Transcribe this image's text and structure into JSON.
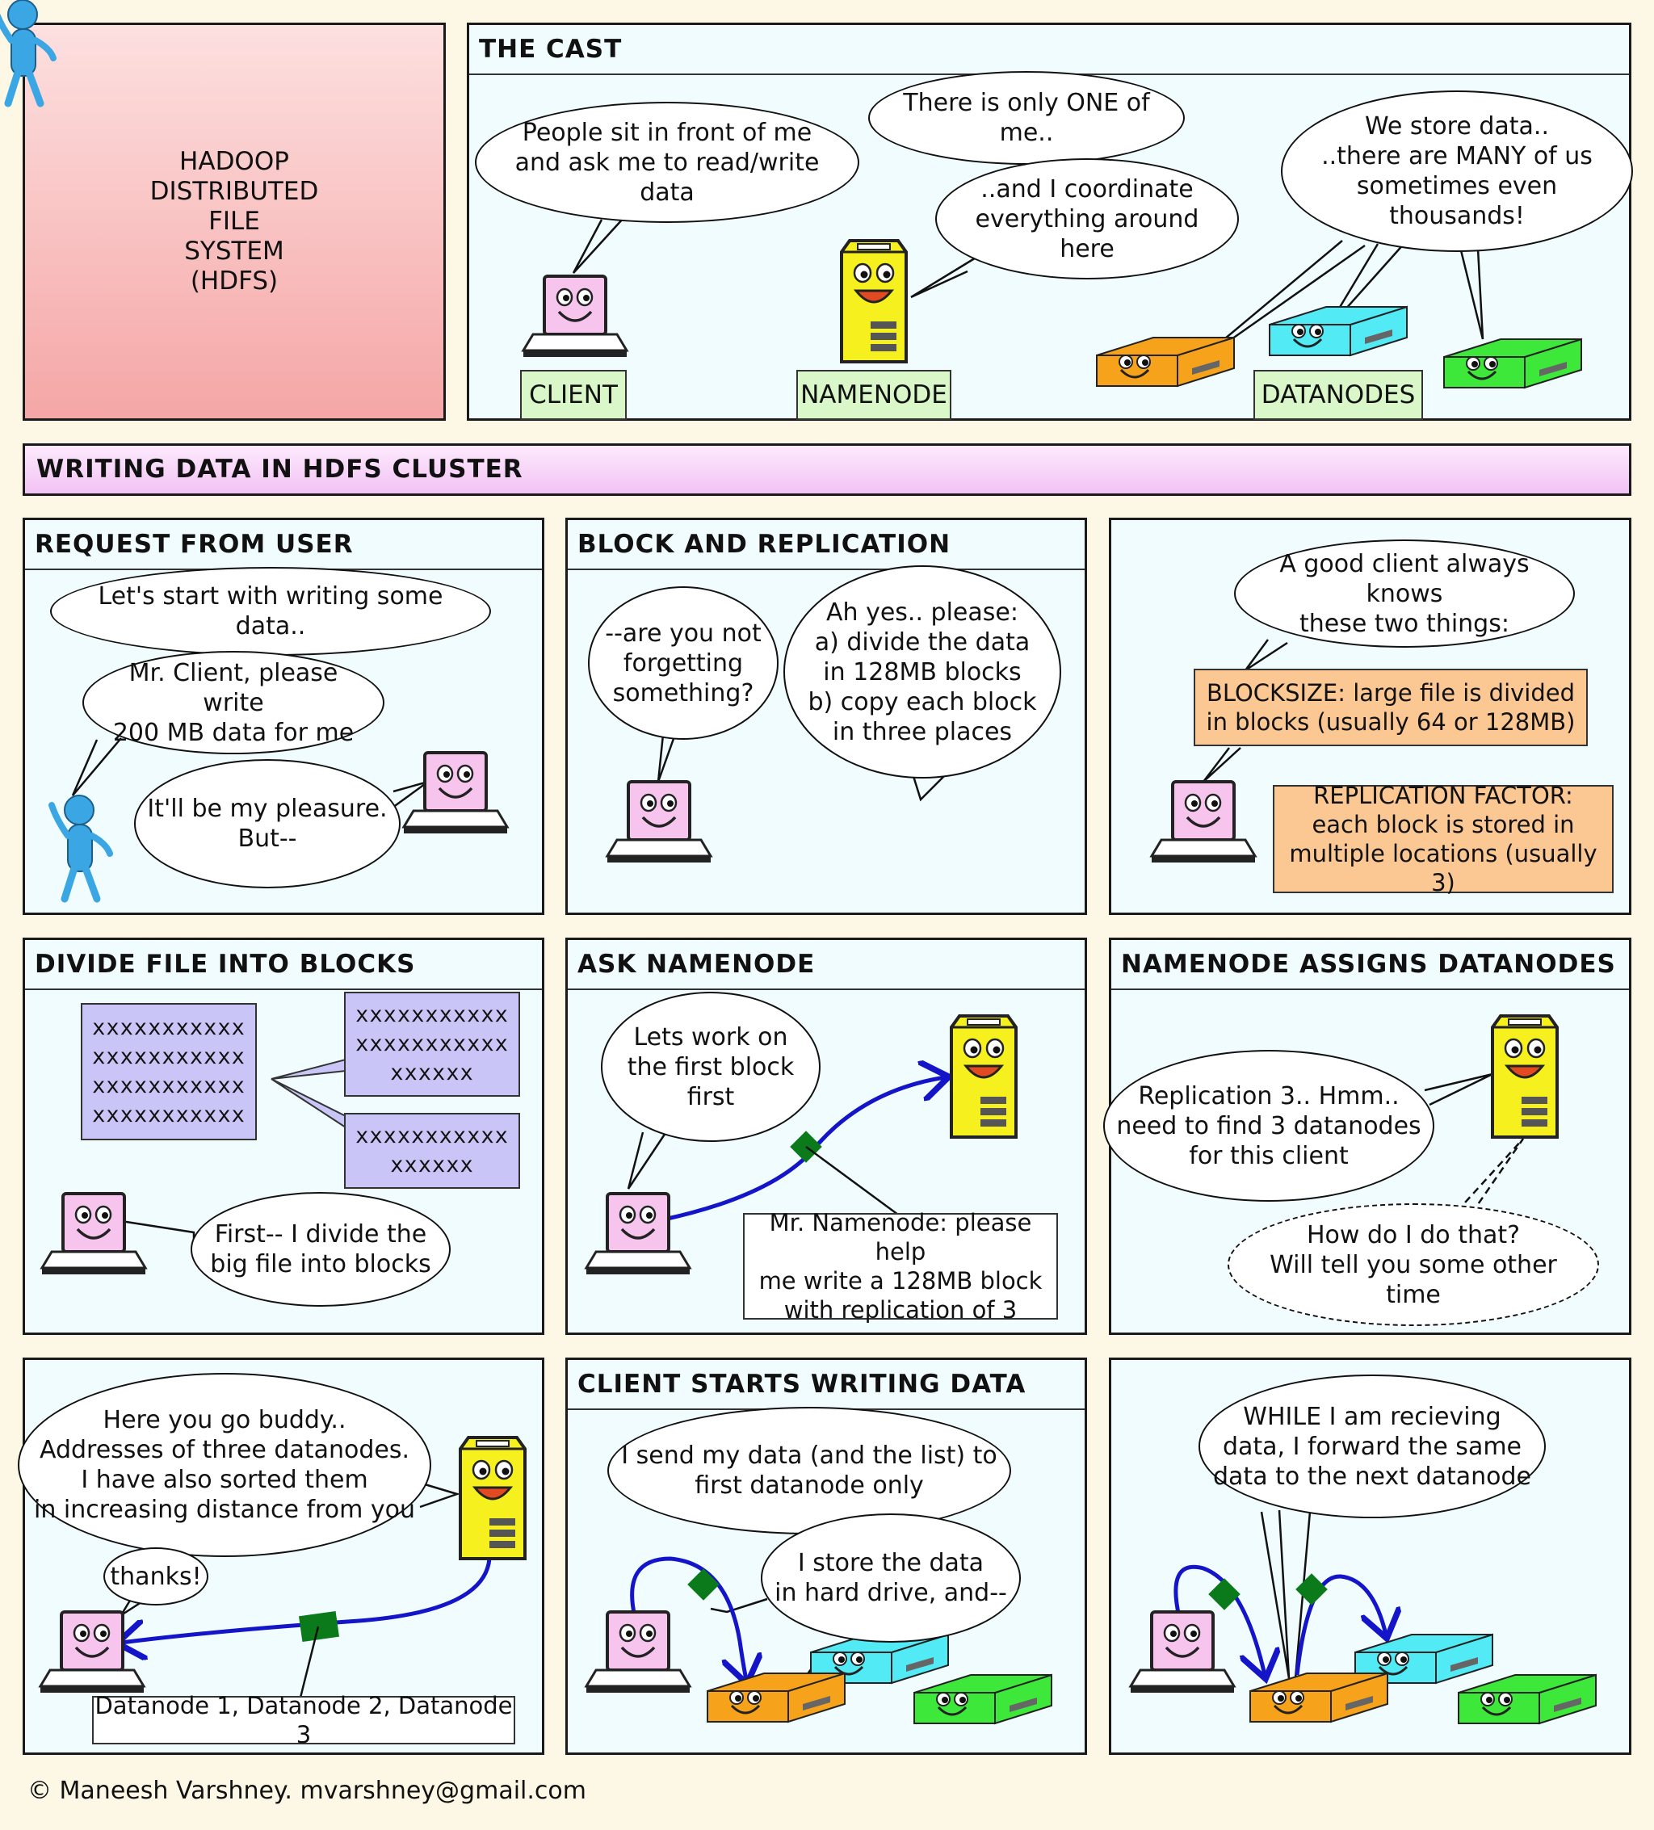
{
  "title": "HADOOP\nDISTRIBUTED\nFILE\nSYSTEM\n(HDFS)",
  "cast": {
    "heading": "THE CAST",
    "client_bubble": "People sit in front of me\nand ask me to read/write data",
    "namenode_bubble_1": "There is only ONE of me..",
    "namenode_bubble_2": "..and I coordinate\neverything around here",
    "datanode_bubble": "We store data..\n..there are MANY of us\nsometimes even thousands!",
    "label_client": "CLIENT",
    "label_namenode": "NAMENODE",
    "label_datanodes": "DATANODES"
  },
  "section_banner": "WRITING DATA IN HDFS CLUSTER",
  "panels": {
    "request": {
      "heading": "REQUEST FROM USER",
      "bubble_1": "Let's start with writing some data..",
      "bubble_2": "Mr. Client, please write\n200 MB data for me",
      "bubble_3": "It'll be my pleasure.\nBut--"
    },
    "block_replication": {
      "heading": "BLOCK AND REPLICATION",
      "bubble_client": "--are you not\nforgetting\nsomething?",
      "bubble_user": "Ah yes.. please:\na) divide the data\nin 128MB blocks\nb) copy each block\nin three places"
    },
    "good_client": {
      "bubble": "A good client always knows\nthese two things:",
      "note_blocksize": "BLOCKSIZE: large file is divided\nin blocks (usually 64 or 128MB)",
      "note_replication": "REPLICATION FACTOR:\neach block is stored in\nmultiple locations (usually 3)"
    },
    "divide": {
      "heading": "DIVIDE FILE INTO BLOCKS",
      "file_text": "xxxxxxxxxxx\nxxxxxxxxxxx\nxxxxxxxxxxx\nxxxxxxxxxxx",
      "block1_text": "xxxxxxxxxxx\nxxxxxxxxxxx\nxxxxxx",
      "block2_text": "xxxxxxxxxxx\nxxxxxx",
      "bubble": "First-- I divide the\nbig file into blocks"
    },
    "ask_namenode": {
      "heading": "ASK NAMENODE",
      "bubble": "Lets work on\nthe first block\nfirst",
      "message": "Mr. Namenode: please help\nme write a 128MB block\nwith replication of 3"
    },
    "assigns": {
      "heading": "NAMENODE ASSIGNS DATANODES",
      "bubble": "Replication 3.. Hmm..\nneed to find 3 datanodes\nfor this client",
      "thought": "How do I do that?\nWill tell you some other time"
    },
    "here_you_go": {
      "bubble": "Here you go buddy..\nAddresses of three datanodes.\nI have also sorted them\nin increasing distance from you",
      "thanks": "thanks!",
      "list": "Datanode 1, Datanode 2, Datanode 3"
    },
    "starts_writing": {
      "heading": "CLIENT STARTS WRITING DATA",
      "bubble_client": "I send my data (and the list) to\nfirst datanode only",
      "bubble_datanode": "I store the data\nin hard drive, and--"
    },
    "forward": {
      "bubble": "WHILE I am recieving\ndata, I forward the same\ndata to the next datanode"
    }
  },
  "footer": "© Maneesh Varshney. mvarshney@gmail.com",
  "colors": {
    "client_screen": "#f6c4ec",
    "namenode": "#f6f01f",
    "datanode_orange": "#f7a21b",
    "datanode_cyan": "#52eaf4",
    "datanode_green": "#3de83a",
    "user_blue": "#3aa6e4",
    "arrow": "#1414c8",
    "packet": "#0b7a1b"
  }
}
